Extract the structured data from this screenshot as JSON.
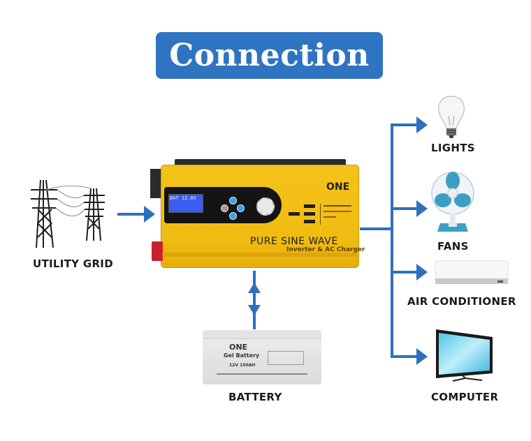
{
  "title": "Connection",
  "colors": {
    "accent": "#2f74c0",
    "arrow": "#2f6fbf",
    "inverter_yellow": "#f2be16",
    "label_text": "#1a1a1a"
  },
  "source": {
    "label": "UTILITY GRID",
    "icon": "power-tower-icon"
  },
  "inverter": {
    "product_line": "PURE SINE WAVE",
    "product_subline": "Inverter & AC Charger",
    "brand_logo": "ONE",
    "lcd_text": "BAT 12.0V",
    "icon": "inverter-icon"
  },
  "storage": {
    "label": "BATTERY",
    "battery_type": "Gel Battery",
    "battery_rating": "12V 150AH",
    "icon": "battery-icon"
  },
  "loads": [
    {
      "label": "LIGHTS",
      "icon": "light-bulb-icon"
    },
    {
      "label": "FANS",
      "icon": "fan-icon"
    },
    {
      "label": "AIR CONDITIONER",
      "icon": "air-conditioner-icon"
    },
    {
      "label": "COMPUTER",
      "icon": "monitor-icon"
    }
  ]
}
